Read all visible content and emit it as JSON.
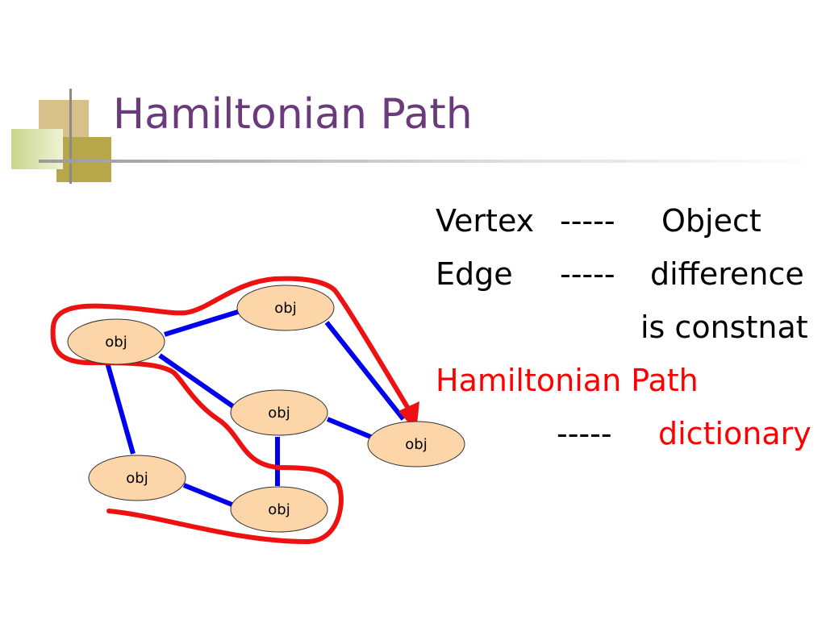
{
  "title": "Hamiltonian Path",
  "lines": {
    "l1_a": "Vertex",
    "l1_b": "-----",
    "l1_c": "Object",
    "l2_a": "Edge",
    "l2_b": "-----",
    "l2_c": "difference",
    "l3": "is constnat",
    "l4": "Hamiltonian Path",
    "l5_a": "-----",
    "l5_b": "dictionary"
  },
  "nodes": {
    "n1": "obj",
    "n2": "obj",
    "n3": "obj",
    "n4": "obj",
    "n5": "obj",
    "n6": "obj"
  },
  "colors": {
    "title": "#6b3a7a",
    "edge": "#0000ee",
    "path": "#ee1111",
    "node_fill": "#fcd5a8",
    "highlight_text": "#ff0000"
  }
}
